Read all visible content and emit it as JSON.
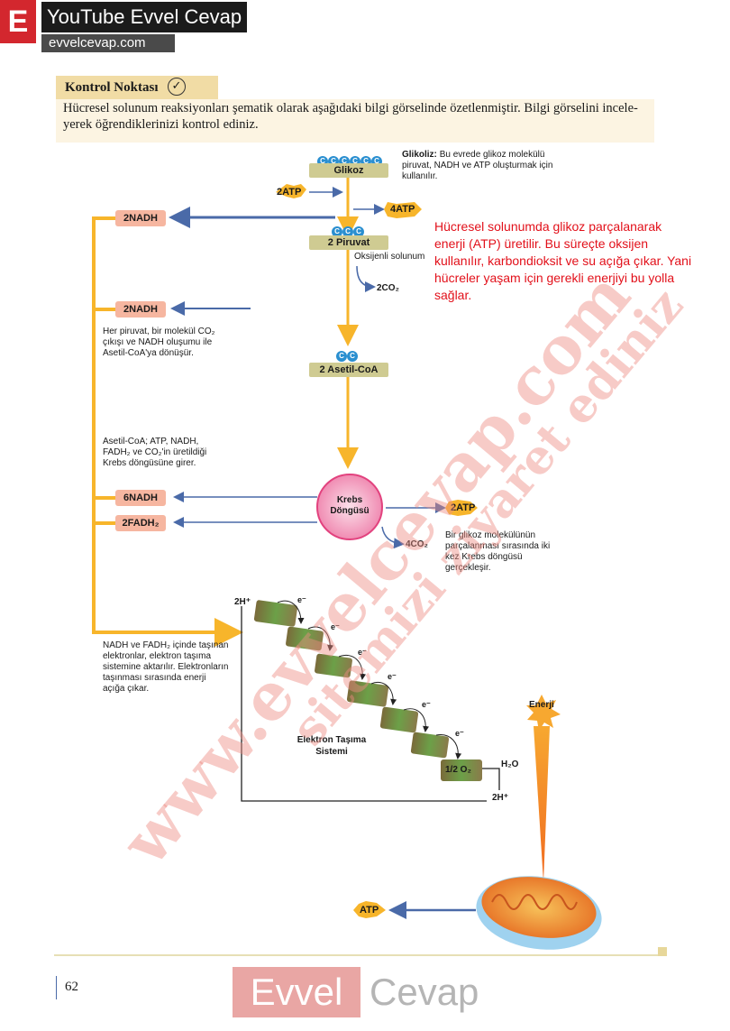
{
  "brand": {
    "badge": "E",
    "title": "YouTube Evvel Cevap",
    "url": "evvelcevap.com"
  },
  "kontrol": {
    "title": "Kontrol Noktası",
    "check": "✓",
    "text": "Hücresel solunum reaksiyonları şematik olarak aşağıdaki bilgi görselinde özetlenmiştir. Bilgi görselini incele-yerek öğrendiklerinizi kontrol ediniz."
  },
  "diagram": {
    "glikoz_carbons": [
      "C",
      "C",
      "C",
      "C",
      "C",
      "C"
    ],
    "glikoz": "Glikoz",
    "glikoliz_bold": "Glikoliz:",
    "glikoliz_text": "Bu evrede glikoz molekülü piruvat, NADH ve ATP oluşturmak için kullanılır.",
    "atp2_in": "2ATP",
    "atp4_out": "4ATP",
    "nadh_1": "2NADH",
    "piruvat_carbons": [
      "C",
      "C",
      "C"
    ],
    "piruvat": "2 Piruvat",
    "oksijenli": "Oksijenli solunum",
    "co2_1": "2CO₂",
    "nadh_2": "2NADH",
    "piruvat_note": "Her piruvat, bir molekül CO₂ çıkışı ve NADH oluşumu ile Asetil-CoA'ya dönüşür.",
    "asetil_carbons": [
      "C",
      "C"
    ],
    "asetil": "2 Asetil-CoA",
    "asetil_note": "Asetil-CoA; ATP, NADH, FADH₂ ve CO₂'in üretildiği Krebs döngüsüne girer.",
    "krebs": "Krebs Döngüsü",
    "nadh_6": "6NADH",
    "fadh2": "2FADH₂",
    "atp_krebs": "2ATP",
    "co2_2": "4CO₂",
    "krebs_note": "Bir glikoz molekülünün parçalanması sırasında iki kez Krebs döngüsü gerçekleşir.",
    "h_plus_top": "2H⁺",
    "electron": "e⁻",
    "ets_note": "NADH ve FADH₂ içinde taşınan elektronlar, elektron taşıma sistemine aktarılır. Elektronların taşınması sırasında enerji açığa çıkar.",
    "ets_label": "Elektron Taşıma Sistemi",
    "o2": "1/2 O₂",
    "h2o": "H₂O",
    "h_plus_bottom": "2H⁺",
    "enerji": "Enerji",
    "atp_final": "ATP",
    "red_note": "Hücresel solunumda glikoz parçalanarak enerji (ATP) üretilir. Bu süreçte oksijen kullanılır, karbondioksit ve su açığa çıkar. Yani hücreler yaşam için gerekli enerjiyi bu yolla sağlar."
  },
  "watermark": {
    "main": "www.evvelcevap.com",
    "sub": "sitemizi ziyaret ediniz"
  },
  "footer": {
    "page": "62",
    "logo_left": "Evvel",
    "logo_right": "Cevap"
  },
  "colors": {
    "brand_red": "#d3272e",
    "arrow_blue": "#4a6aa8",
    "flow_yellow": "#f7b52b",
    "carbon_blue": "#2a8fd0"
  }
}
